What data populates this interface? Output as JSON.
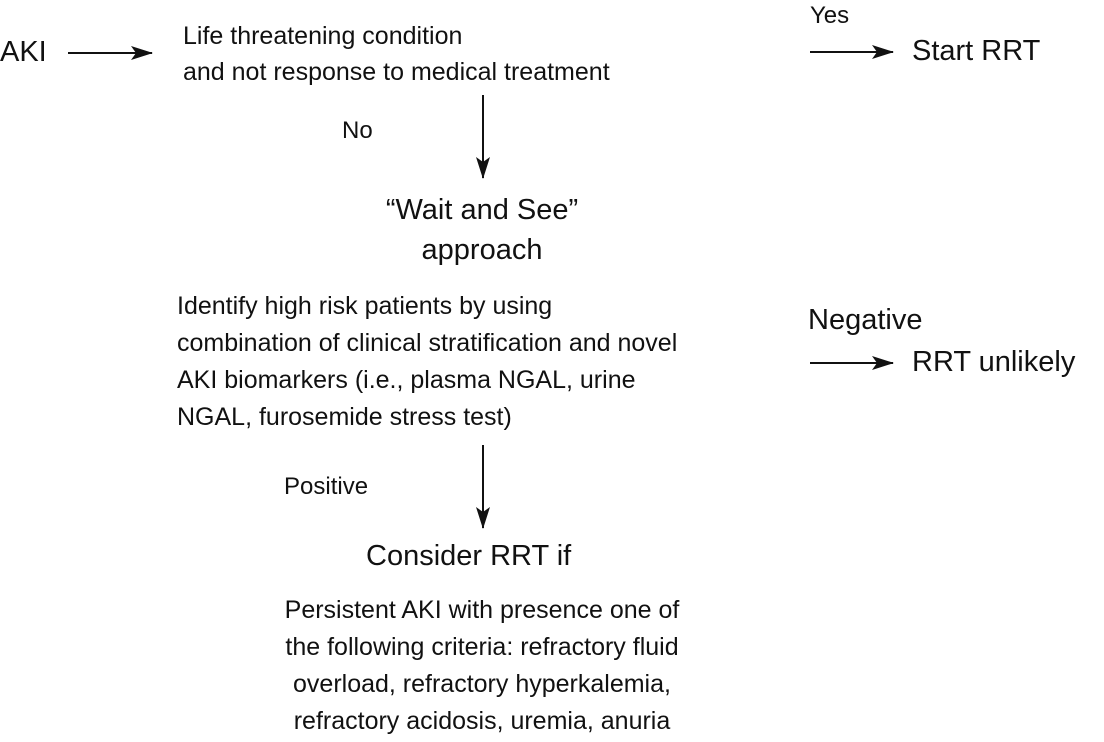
{
  "nodes": {
    "aki": "AKI",
    "life_threatening": [
      "Life threatening condition",
      "and not response to medical treatment"
    ],
    "start_rrt": "Start RRT",
    "wait_and_see": [
      "“Wait and See”",
      "approach"
    ],
    "identify": [
      "Identify high risk patients by using",
      "combination of clinical stratification and novel",
      "AKI biomarkers (i.e., plasma NGAL, urine",
      "NGAL, furosemide stress test)"
    ],
    "rrt_unlikely": "RRT unlikely",
    "consider_rrt": "Consider RRT if",
    "criteria": [
      "Persistent AKI with presence one of",
      "the following criteria: refractory fluid",
      "overload, refractory hyperkalemia,",
      "refractory acidosis, uremia, anuria"
    ]
  },
  "edge_labels": {
    "yes": "Yes",
    "no": "No",
    "negative": "Negative",
    "positive": "Positive"
  },
  "colors": {
    "text": "#111111",
    "arrow": "#111111",
    "background": "#ffffff"
  }
}
